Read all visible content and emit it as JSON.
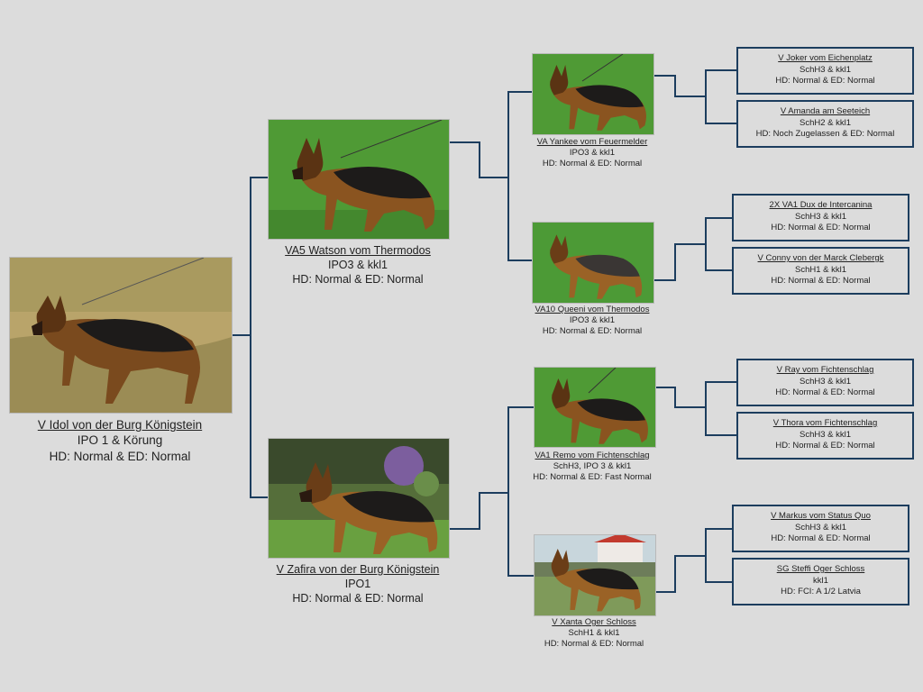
{
  "subject": {
    "name": "V Idol von der Burg Königstein",
    "line1": "IPO 1 & Körung",
    "line2": "HD: Normal & ED: Normal"
  },
  "parents": [
    {
      "name": "VA5 Watson vom Thermodos",
      "line1": "IPO3 & kkl1",
      "line2": "HD: Normal & ED: Normal"
    },
    {
      "name": "V Zafira von der Burg Königstein",
      "line1": "IPO1",
      "line2": "HD: Normal & ED: Normal"
    }
  ],
  "grandparents": [
    {
      "name": "VA Yankee vom Feuermelder",
      "line1": "IPO3 & kkl1",
      "line2": "HD: Normal & ED: Normal"
    },
    {
      "name": "VA10 Queeni vom Thermodos",
      "line1": "IPO3 & kkl1",
      "line2": "HD: Normal & ED: Normal"
    },
    {
      "name": "VA1 Remo vom Fichtenschlag",
      "line1": "SchH3, IPO 3 & kkl1",
      "line2": "HD: Normal & ED: Fast Normal"
    },
    {
      "name": "V Xanta Oger Schloss",
      "line1": "SchH1 & kkl1",
      "line2": "HD: Normal & ED: Normal"
    }
  ],
  "great_grandparents": [
    {
      "name": "V Joker vom Eichenplatz",
      "line1": "SchH3 & kkl1",
      "line2": "HD: Normal & ED: Normal"
    },
    {
      "name": "V Amanda am Seeteich",
      "line1": "SchH2 & kkl1",
      "line2": "HD: Noch Zugelassen & ED: Normal"
    },
    {
      "name": "2X VA1 Dux de Intercanina",
      "line1": "SchH3 & kkl1",
      "line2": "HD: Normal & ED: Normal"
    },
    {
      "name": "V Conny von der Marck Clebergk",
      "line1": "SchH1 & kkl1",
      "line2": "HD: Normal & ED: Normal"
    },
    {
      "name": "V Ray vom Fichtenschlag",
      "line1": "SchH3 & kkl1",
      "line2": "HD: Normal & ED: Normal"
    },
    {
      "name": "V Thora vom Fichtenschlag",
      "line1": "SchH3 & kkl1",
      "line2": "HD: Normal & ED: Normal"
    },
    {
      "name": "V Markus vom Status Quo",
      "line1": "SchH3 & kkl1",
      "line2": "HD: Normal & ED: Normal"
    },
    {
      "name": "SG Steffi Oger Schloss",
      "line1": "kkl1",
      "line2": "HD: FCI: A 1/2 Latvia"
    }
  ],
  "colors": {
    "connector": "#1c3d5e",
    "background": "#dcdcdc",
    "grass": "#4f9a35"
  }
}
